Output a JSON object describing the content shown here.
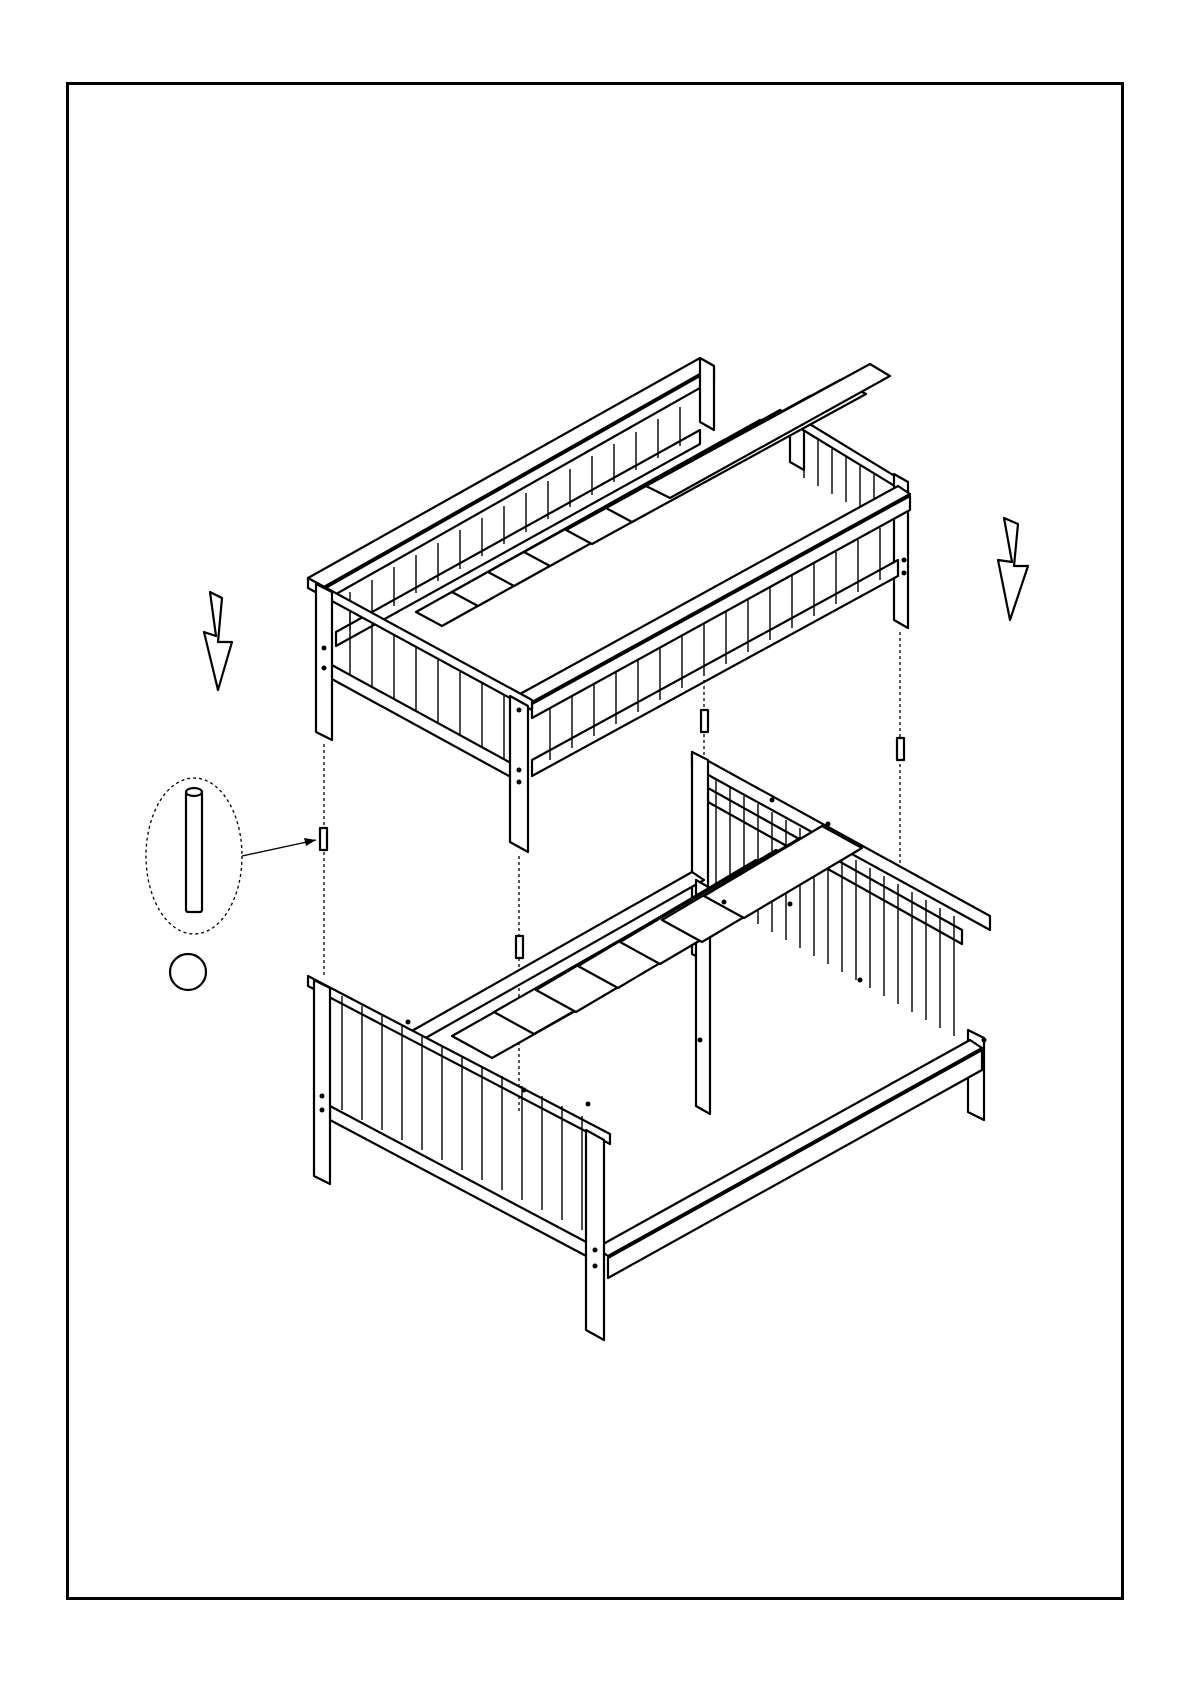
{
  "page": {
    "background": "#ffffff",
    "line_color": "#000000"
  },
  "assembly": {
    "parts": [
      "upper-bunk-frame",
      "lower-bed-frame",
      "connecting-dowel"
    ],
    "dowel_count": 4,
    "arrows": [
      "down-arrow-icon",
      "down-arrow-icon"
    ],
    "detail_callout": "dowel-detail-icon"
  }
}
